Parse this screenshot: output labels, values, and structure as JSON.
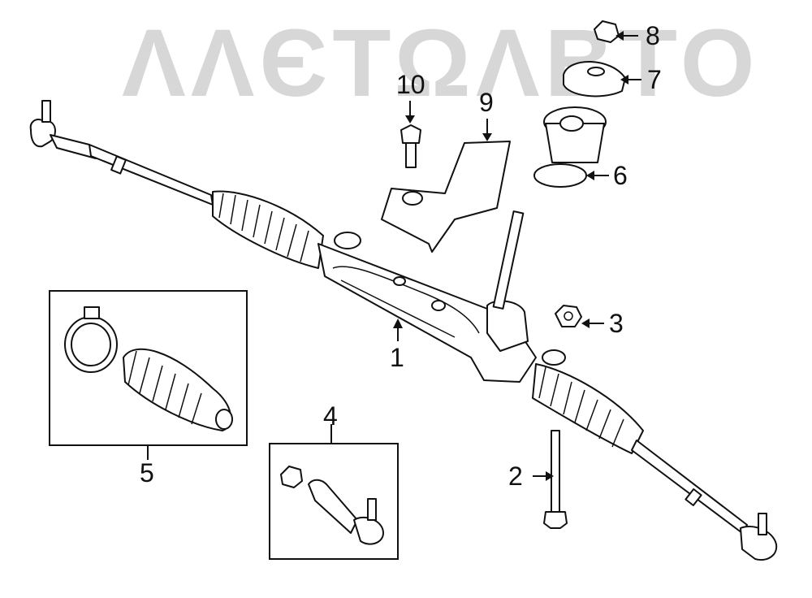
{
  "watermark": {
    "text": "ΛΛЄΤΩΛΒΤΟ"
  },
  "callouts": {
    "c1": "1",
    "c2": "2",
    "c3": "3",
    "c4": "4",
    "c5": "5",
    "c6": "6",
    "c7": "7",
    "c8": "8",
    "c9": "9",
    "c10": "10"
  },
  "colors": {
    "line": "#111111",
    "background": "#ffffff",
    "watermark": "#d7d7d7"
  }
}
